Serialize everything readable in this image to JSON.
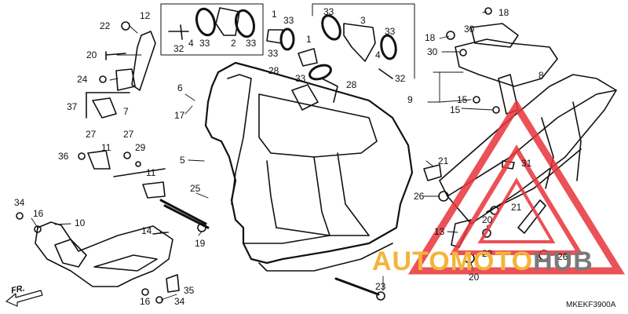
{
  "diagram": {
    "part_numbers": {
      "p1a": "1",
      "p1b": "1",
      "p2": "2",
      "p3": "3",
      "p4a": "4",
      "p4b": "4",
      "p5": "5",
      "p6": "6",
      "p7": "7",
      "p8": "8",
      "p9": "9",
      "p10": "10",
      "p11a": "11",
      "p11b": "11",
      "p12": "12",
      "p13": "13",
      "p14": "14",
      "p15a": "15",
      "p15b": "15",
      "p16a": "16",
      "p16b": "16",
      "p17": "17",
      "p18a": "18",
      "p18b": "18",
      "p19": "19",
      "p20a": "20",
      "p20b": "20",
      "p21a": "21",
      "p21b": "21",
      "p22a": "22",
      "p22b": "22",
      "p23": "23",
      "p24": "24",
      "p25": "25",
      "p26a": "26",
      "p26b": "26",
      "p27a": "27",
      "p27b": "27",
      "p28a": "28",
      "p28b": "28",
      "p29": "29",
      "p30a": "30",
      "p30b": "30",
      "p31": "31",
      "p32a": "32",
      "p32b": "32",
      "p33a": "33",
      "p33b": "33",
      "p33c": "33",
      "p33d": "33",
      "p33e": "33",
      "p33f": "33",
      "p33g": "33",
      "p34a": "34",
      "p34b": "34",
      "p35": "35",
      "p36": "36",
      "p37": "37"
    },
    "direction_label": "FR.",
    "drawing_code": "MKEKF3900A"
  },
  "watermark": {
    "part1": "AUTO",
    "part2": "MOTO",
    "part3": "HUB",
    "colors": {
      "accent": "#f4b43a",
      "secondary": "#7a7a7a",
      "triangle": "#e8323a"
    }
  }
}
